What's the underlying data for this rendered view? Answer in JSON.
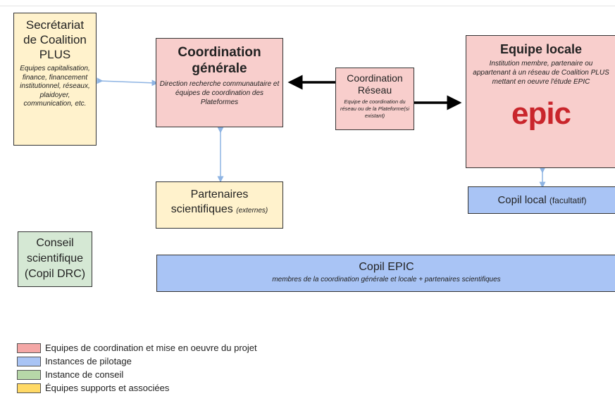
{
  "secretariat": {
    "title": "Secrétariat de Coalition PLUS",
    "subtitle": "Equipes capitalisation, finance, financement institutionnel, réseaux, plaidoyer, communication, etc."
  },
  "coordination_generale": {
    "title": "Coordination générale",
    "subtitle": "Direction recherche communautaire et équipes de coordination des Plateformes"
  },
  "coordination_reseau": {
    "title": "Coordination Réseau",
    "subtitle": "Equipe de coordination du réseau ou de la Plateforme(si existant)"
  },
  "equipe_locale": {
    "title": "Equipe locale",
    "subtitle": "Institution membre, partenaire ou appartenant à un réseau de Coalition PLUS mettant en oeuvre l'étude EPIC",
    "logo_text": "epic"
  },
  "partenaires": {
    "title": "Partenaires scientifiques",
    "qualifier": "(externes)"
  },
  "copil_local": {
    "title": "Copil local",
    "qualifier": "(facultatif)"
  },
  "conseil": {
    "title": "Conseil scientifique (Copil DRC)"
  },
  "copil_epic": {
    "title": "Copil EPIC",
    "subtitle": "membres de la coordination générale et locale + partenaires scientifiques"
  },
  "legend": [
    {
      "label": "Equipes de coordination et mise en oeuvre du projet",
      "color": "#f4a7a6"
    },
    {
      "label": "Instances de pilotage",
      "color": "#a9c4f5"
    },
    {
      "label": "Instance de conseil",
      "color": "#b7d7a8"
    },
    {
      "label": "Équipes supports et associées",
      "color": "#ffd966"
    }
  ],
  "colors": {
    "pink_box": "#f8cecc",
    "yellow_box": "#fff2cc",
    "blue_box": "#a9c4f5",
    "green_box": "#d5e8d4",
    "connector": "#8eb4e3"
  }
}
